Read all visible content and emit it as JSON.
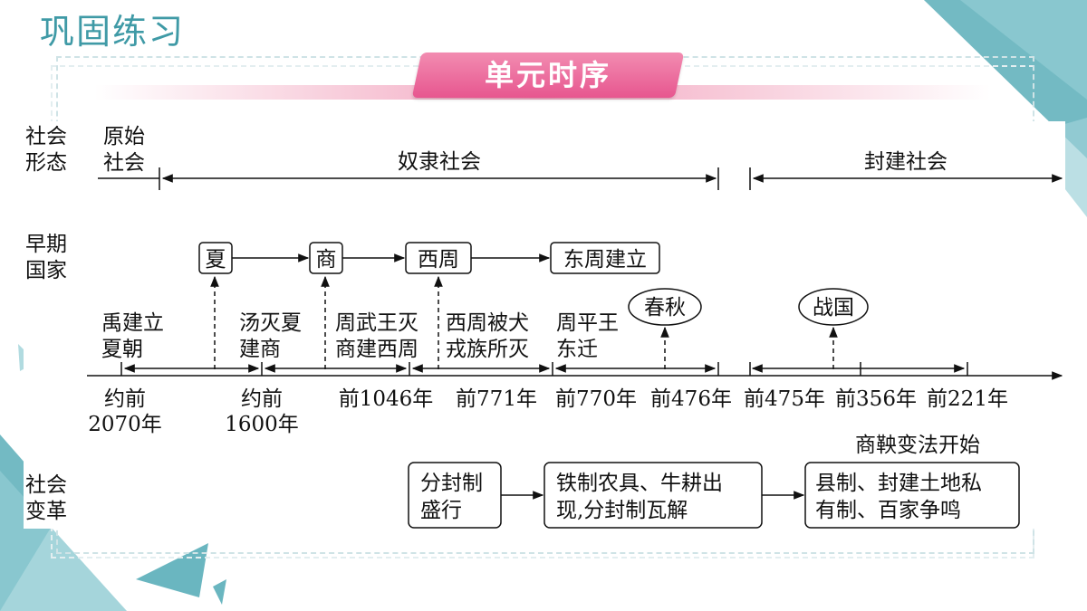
{
  "page": {
    "title": "巩固练习",
    "banner": "单元时序"
  },
  "diagram": {
    "row_labels": {
      "social_form": [
        "社会",
        "形态"
      ],
      "early_states": [
        "早期",
        "国家"
      ],
      "social_change": [
        "社会",
        "变革"
      ]
    },
    "social_forms": {
      "primitive": [
        "原始",
        "社会"
      ],
      "slave": "奴隶社会",
      "feudal": "封建社会"
    },
    "states": [
      "夏",
      "商",
      "西周",
      "东周建立"
    ],
    "periods": [
      "春秋",
      "战国"
    ],
    "events": {
      "xia": [
        "禹建立",
        "夏朝"
      ],
      "shang": [
        "汤灭夏",
        "建商"
      ],
      "zhou": [
        "周武王灭",
        "商建西周"
      ],
      "western_zhou_end": [
        "西周被犬",
        "戎族所灭"
      ],
      "eastern_move": [
        "周平王",
        "东迁"
      ]
    },
    "dates": {
      "d1": [
        "约前",
        "2070年"
      ],
      "d2": [
        "约前",
        "1600年"
      ],
      "d3": "前1046年",
      "d4": "前771年",
      "d5": "前770年",
      "d6": "前476年",
      "d7": "前475年",
      "d8": "前356年",
      "d9": "前221年"
    },
    "reform_note": "商鞅变法开始",
    "changes": [
      [
        "分封制",
        "盛行"
      ],
      [
        "铁制农具、牛耕出",
        "现,分封制瓦解"
      ],
      [
        "县制、封建土地私",
        "有制、百家争鸣"
      ]
    ]
  },
  "colors": {
    "title": "#3f9aa6",
    "banner": "#e7568f",
    "decor_teal": "#5aaeb9"
  }
}
